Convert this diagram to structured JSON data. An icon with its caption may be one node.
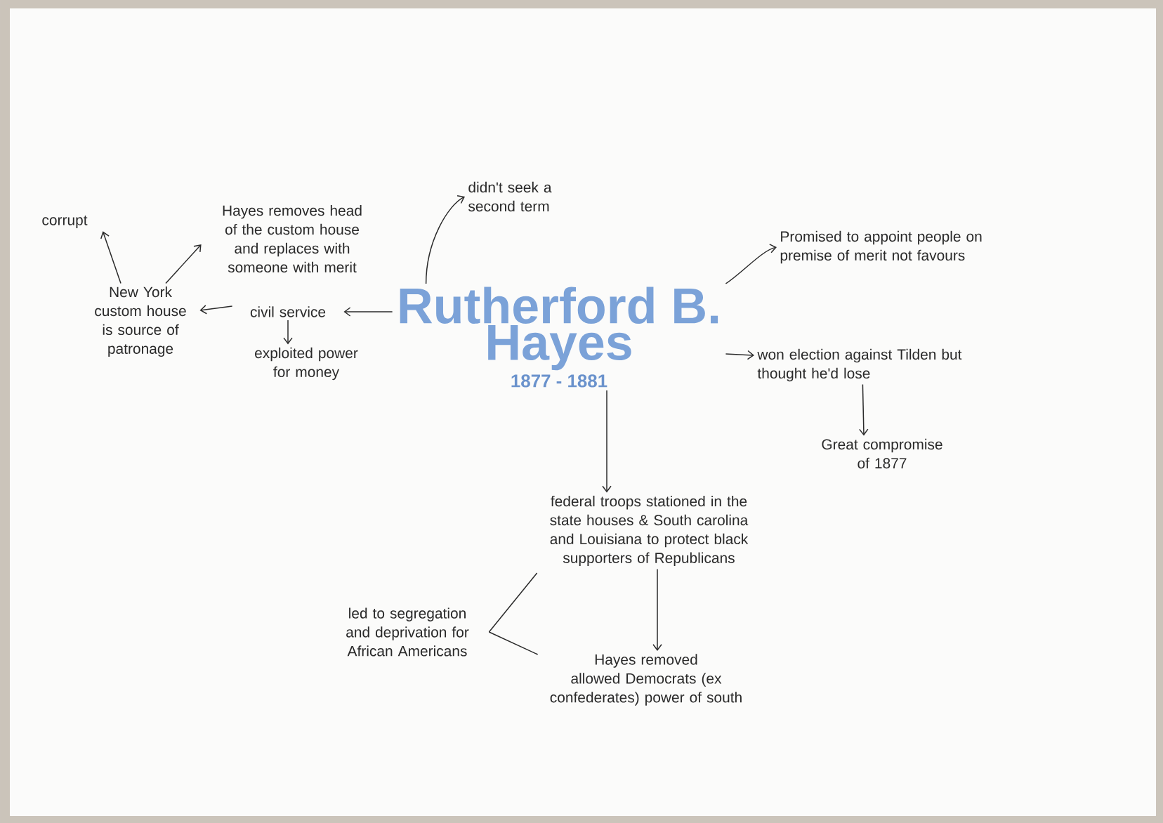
{
  "diagram": {
    "nodes": [
      {
        "text": [
          "corrupt"
        ]
      },
      {
        "text": [
          "Hayes removes head of the custom house and replaces with someone with merit"
        ]
      },
      {
        "text": [
          "didn't seek a second term"
        ]
      },
      {
        "text": [
          "Rutherford B. Hayes",
          "1877 - 1881"
        ]
      },
      {
        "text": [
          "Promised to appoint people on premise of merit not favours"
        ]
      },
      {
        "text": [
          "New York custom house is source of patronage"
        ]
      },
      {
        "text": [
          "civil service"
        ]
      },
      {
        "text": [
          "won election against Tilden but thought he'd lose"
        ]
      },
      {
        "text": [
          "exploited power for money"
        ]
      },
      {
        "text": [
          "Great compromise of 1877"
        ]
      },
      {
        "text": [
          "federal troops stationed in the state houses & South carolina and Louisiana to protect black supporters of Republicans"
        ]
      },
      {
        "text": [
          "led to segregation and deprivation for African Americans"
        ]
      },
      {
        "text": [
          "Hayes removed allowed Democrats (ex confederates) power of south"
        ]
      }
    ],
    "edges": [
      {
        "from": 3,
        "to": 2,
        "arrow": "to"
      },
      {
        "from": 3,
        "to": 4,
        "arrow": "to"
      },
      {
        "from": 3,
        "to": 7,
        "arrow": "to"
      },
      {
        "from": 7,
        "to": 9,
        "arrow": "to"
      },
      {
        "from": 3,
        "to": 10,
        "arrow": "to"
      },
      {
        "from": 10,
        "to": 12,
        "arrow": "to"
      },
      {
        "from": 10,
        "to": 11,
        "arrow": "none"
      },
      {
        "from": 12,
        "to": 11,
        "arrow": "none"
      },
      {
        "from": 3,
        "to": 6,
        "arrow": "to"
      },
      {
        "from": 6,
        "to": 5,
        "arrow": "to"
      },
      {
        "from": 6,
        "to": 8,
        "arrow": "to"
      },
      {
        "from": 5,
        "to": 0,
        "arrow": "to"
      },
      {
        "from": 5,
        "to": 1,
        "arrow": "to"
      }
    ]
  }
}
